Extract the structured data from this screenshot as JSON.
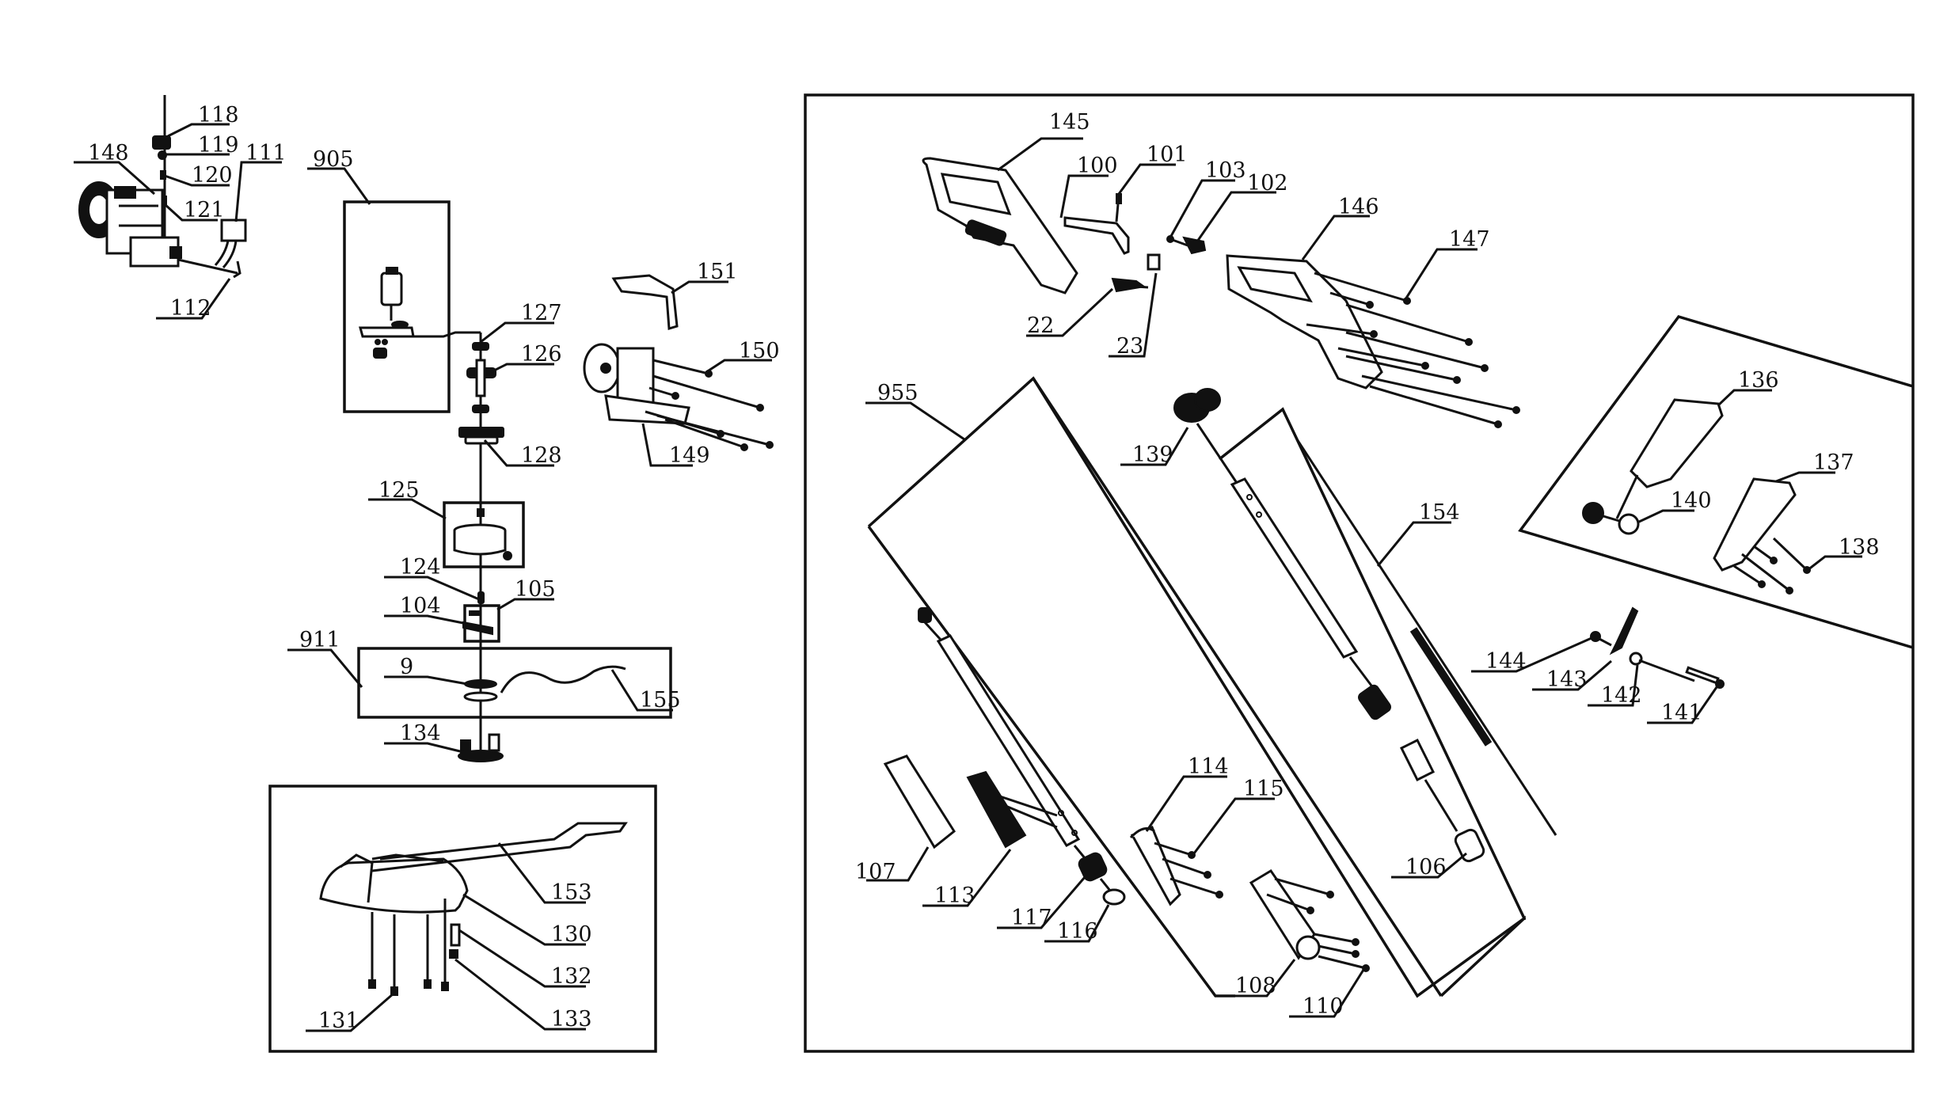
{
  "title": "Exploded parts diagram — string trimmer",
  "colors": {
    "ink": "#111111",
    "paper": "#ffffff"
  },
  "groups": {
    "motor_assembly": "905",
    "spool_kit": "911",
    "shaft_assembly": "955"
  },
  "labels": {
    "p118": "118",
    "p119": "119",
    "p120": "120",
    "p121": "121",
    "p148": "148",
    "p111": "111",
    "p112": "112",
    "p905": "905",
    "p127": "127",
    "p126": "126",
    "p128": "128",
    "p151": "151",
    "p150": "150",
    "p149": "149",
    "p125": "125",
    "p124": "124",
    "p105": "105",
    "p104": "104",
    "p911": "911",
    "p9": "9",
    "p155": "155",
    "p134": "134",
    "p153": "153",
    "p130": "130",
    "p132": "132",
    "p133": "133",
    "p131": "131",
    "p145": "145",
    "p100": "100",
    "p101": "101",
    "p103": "103",
    "p102": "102",
    "p146": "146",
    "p147": "147",
    "p22": "22",
    "p23": "23",
    "p955": "955",
    "p139": "139",
    "p154": "154",
    "p136": "136",
    "p137": "137",
    "p140": "140",
    "p138": "138",
    "p144": "144",
    "p143": "143",
    "p142": "142",
    "p141": "141",
    "p107": "107",
    "p113": "113",
    "p117": "117",
    "p116": "116",
    "p114": "114",
    "p115": "115",
    "p106": "106",
    "p108": "108",
    "p110": "110"
  }
}
